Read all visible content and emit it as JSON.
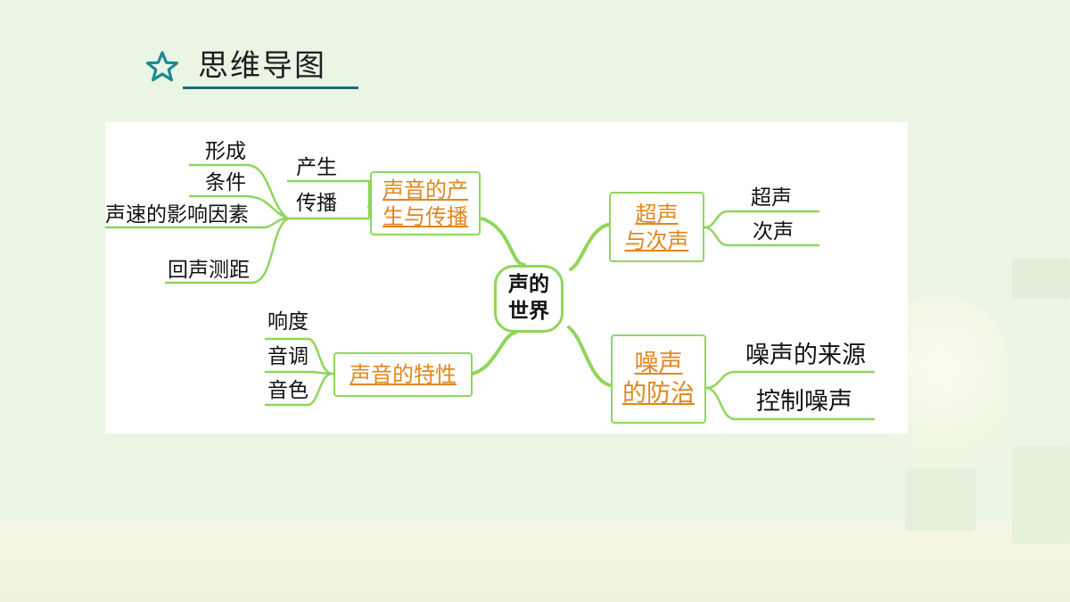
{
  "header": {
    "title": "思维导图"
  },
  "mindmap": {
    "center": {
      "line1": "声的",
      "line2": "世界"
    },
    "production": {
      "label_line1": "声音的产",
      "label_line2": "生与传播",
      "mid": [
        "产生",
        "传播"
      ],
      "leaves": [
        "形成",
        "条件",
        "声速的影响因素",
        "回声测距"
      ]
    },
    "characteristics": {
      "label": "声音的特性",
      "leaves": [
        "响度",
        "音调",
        "音色"
      ]
    },
    "ultrasound": {
      "label_line1": "超声",
      "label_line2": "与次声",
      "leaves": [
        "超声",
        "次声"
      ]
    },
    "noise": {
      "label_line1": "噪声",
      "label_line2": "的防治",
      "leaves": [
        "噪声的来源",
        "控制噪声"
      ]
    }
  },
  "colors": {
    "branch": "#8fd65c",
    "accent_text": "#e3861a",
    "title_rule": "#1a6b73",
    "star": "#1a8a94"
  }
}
